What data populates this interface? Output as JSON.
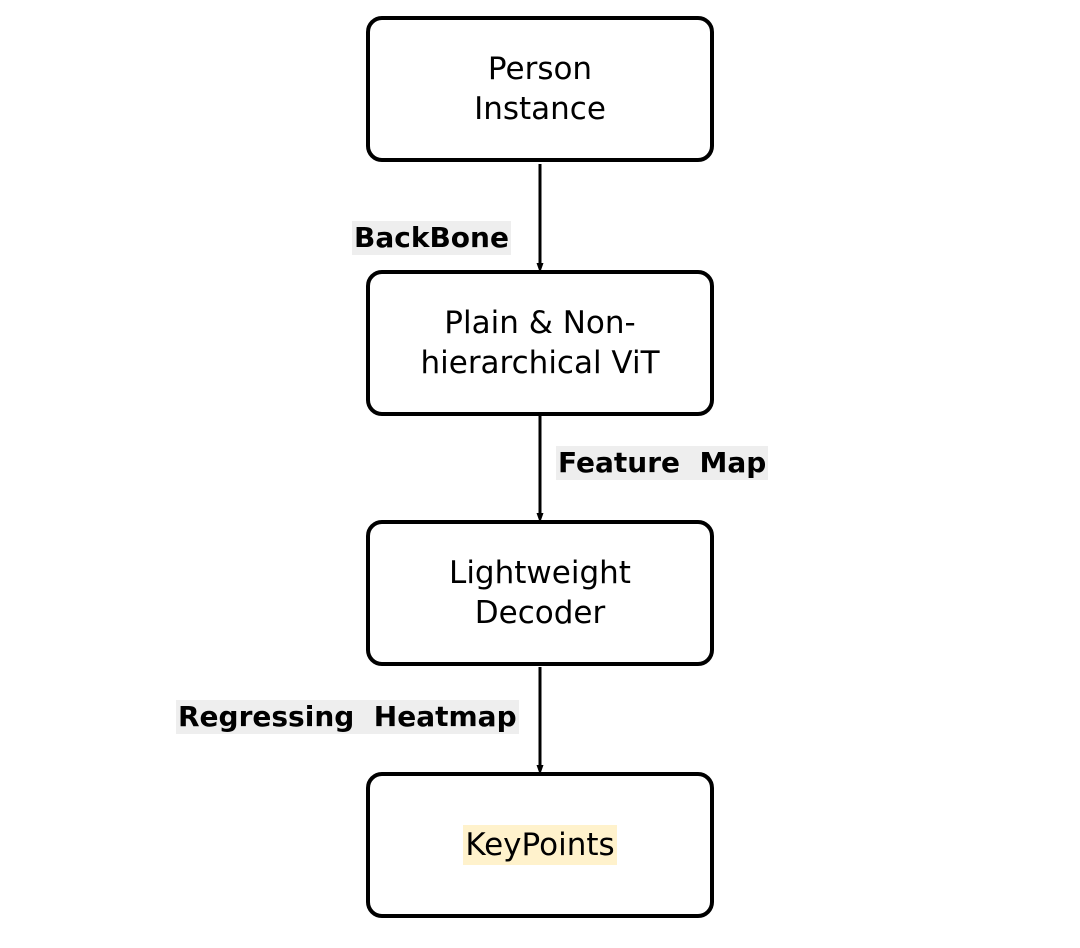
{
  "nodes": {
    "person_instance": "Person\nInstance",
    "vit": "Plain & Non-\nhierarchical ViT",
    "decoder": "Lightweight\nDecoder",
    "keypoints": "KeyPoints"
  },
  "edges": {
    "backbone": "BackBone",
    "feature_map": "Feature  Map",
    "regressing_heatmap": "Regressing  Heatmap"
  },
  "colors": {
    "border": "#000000",
    "edge_label_background": "#eeeeee",
    "keypoints_highlight": "#fff2cc"
  }
}
